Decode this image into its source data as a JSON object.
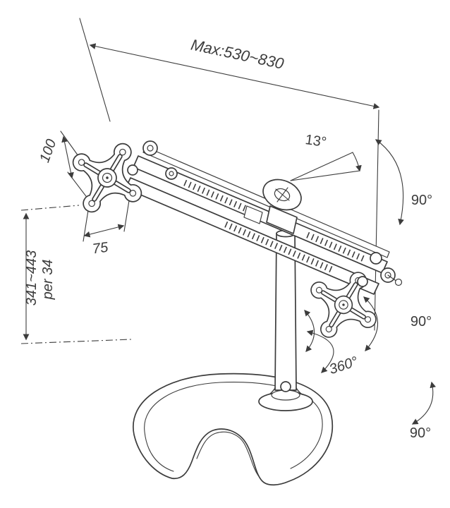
{
  "diagram": {
    "type": "technical-line-drawing",
    "subject": "Dual-monitor desk stand with articulating arm, pole and horseshoe base",
    "annotations": {
      "max_width": "Max:530~830",
      "tilt_angle": "13°",
      "arm_swivel": "90°",
      "vesa_plate_height": "100",
      "vesa_plate_width": "75",
      "height_range": "341~443",
      "height_increment": "per 34",
      "plate_rotation": "90°",
      "pole_rotation": "360°",
      "pivot_rotation": "90°"
    },
    "colors": {
      "ink": "#3c3c3c",
      "paper": "#ffffff"
    }
  }
}
